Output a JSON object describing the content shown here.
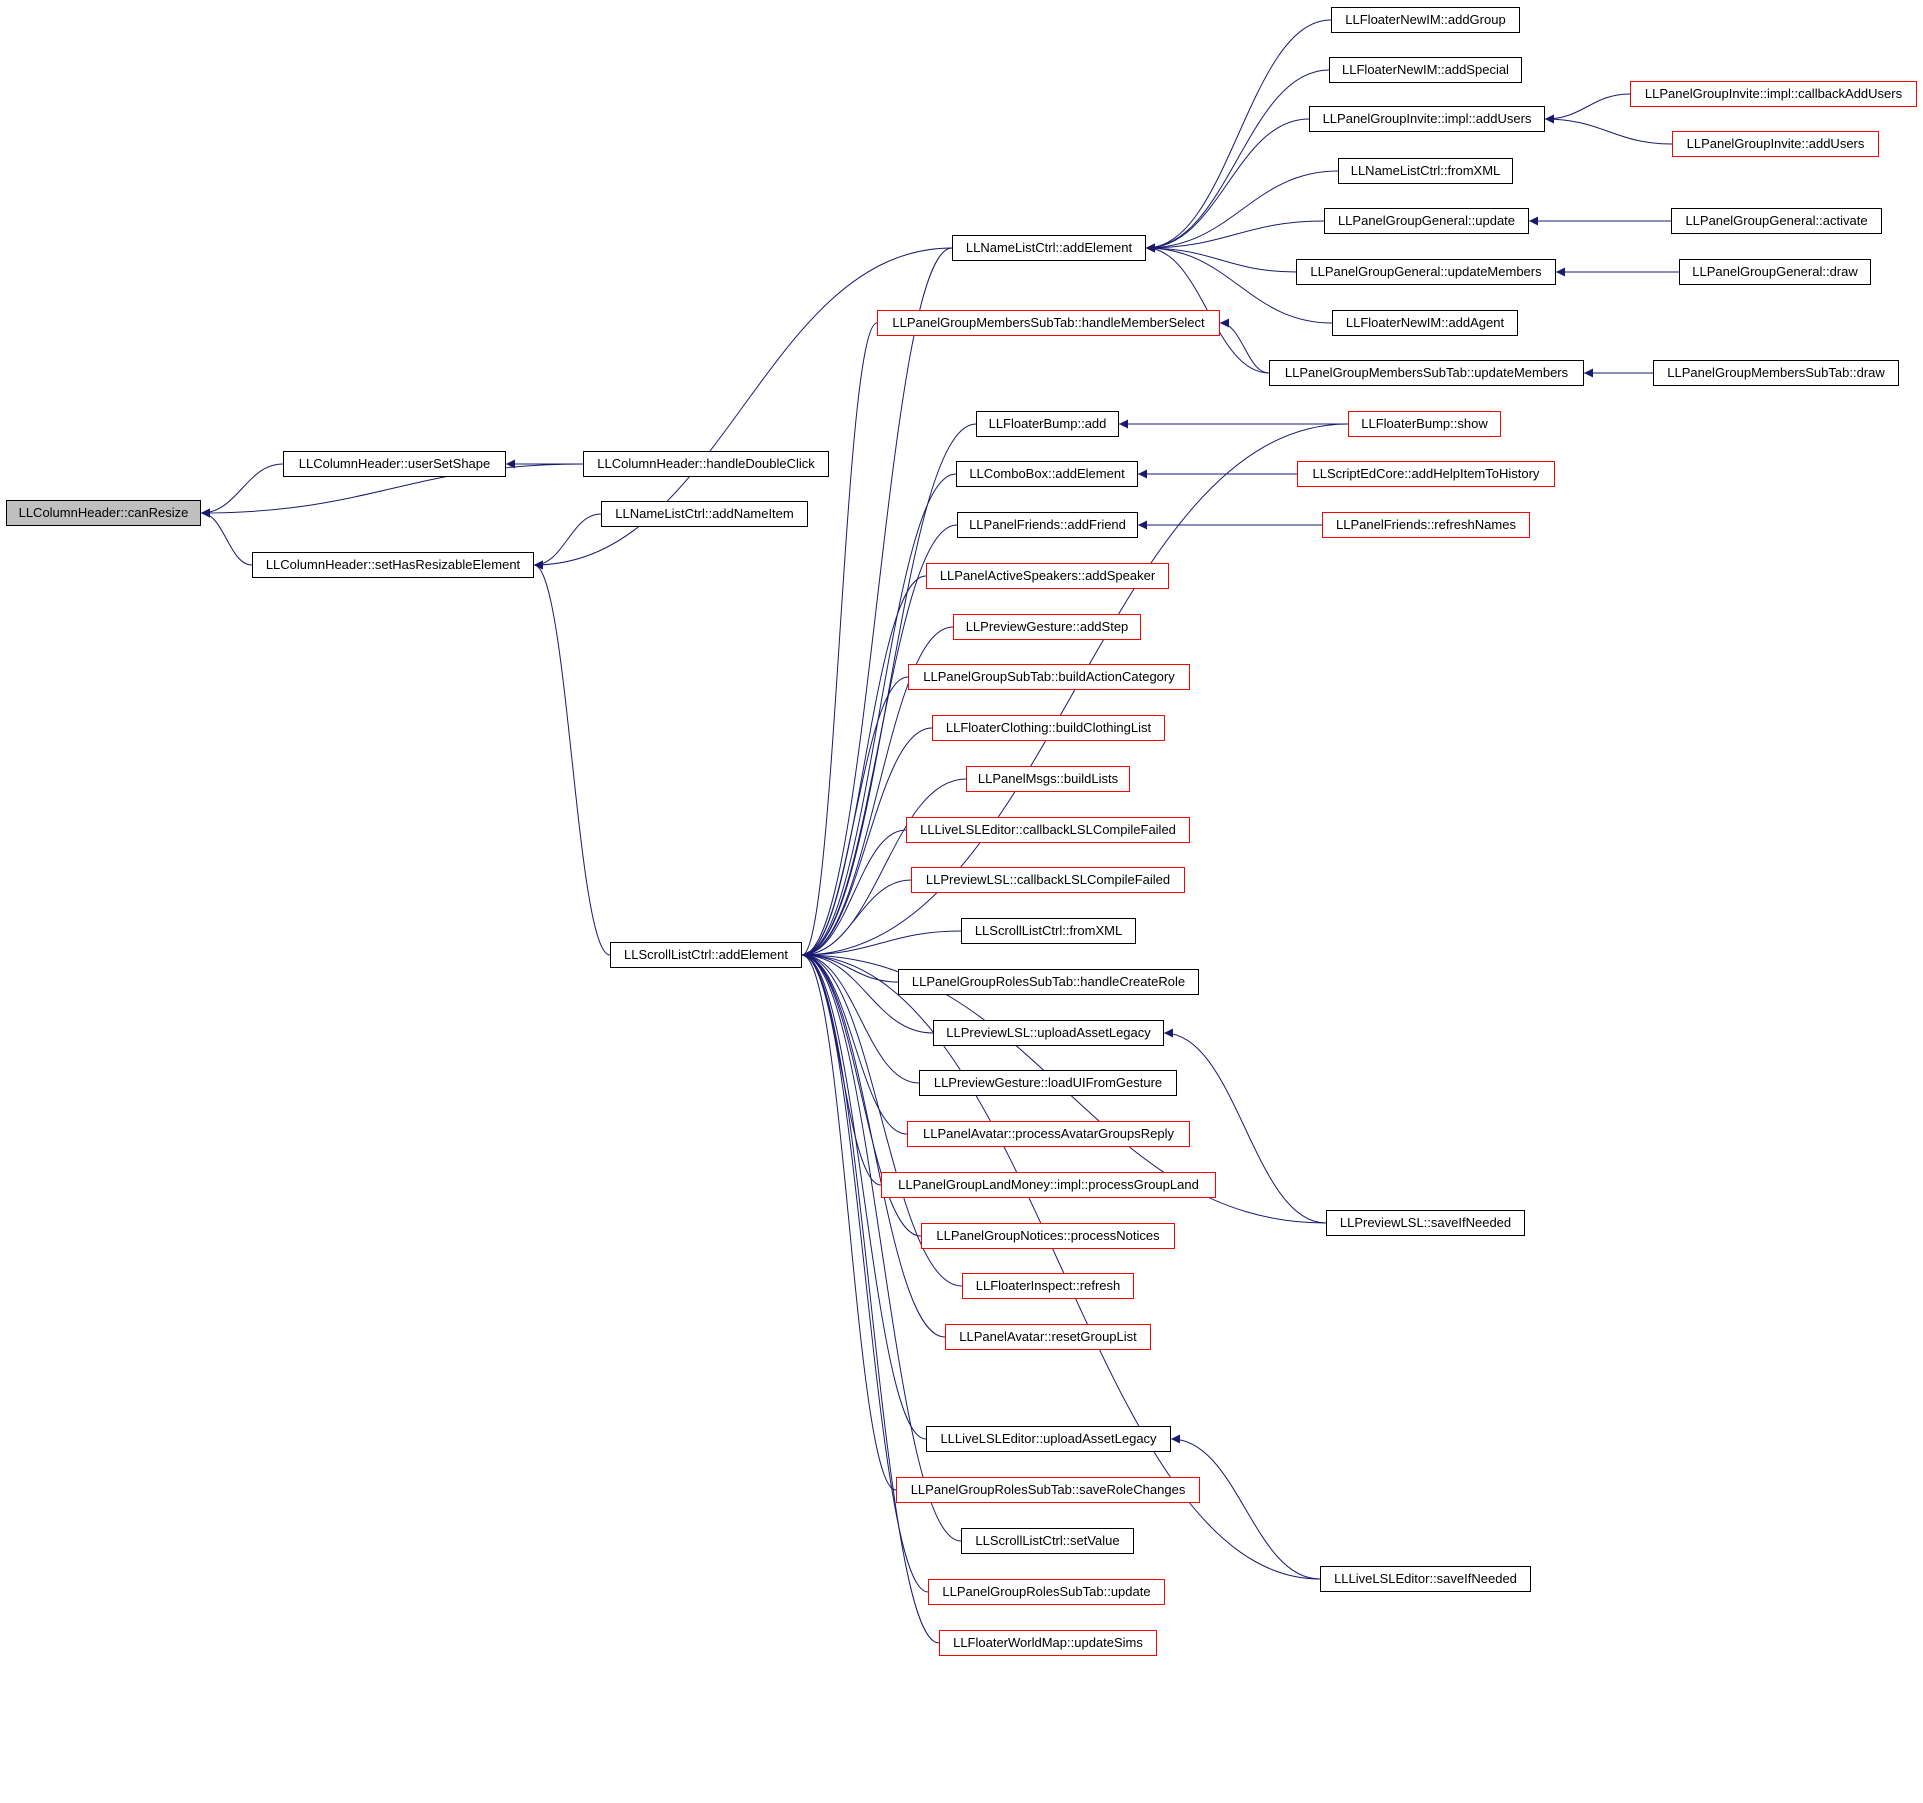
{
  "diagram": {
    "edge_color": "#191970",
    "nodes": {
      "canResize": {
        "label": "LLColumnHeader::canResize",
        "style": "focus"
      },
      "userSetShape": {
        "label": "LLColumnHeader::userSetShape",
        "style": "normal"
      },
      "handleDoubleClick": {
        "label": "LLColumnHeader::handleDoubleClick",
        "style": "normal"
      },
      "setHasResizable": {
        "label": "LLColumnHeader::setHasResizableElement",
        "style": "normal"
      },
      "addNameItem": {
        "label": "LLNameListCtrl::addNameItem",
        "style": "normal"
      },
      "nlcAddElement": {
        "label": "LLNameListCtrl::addElement",
        "style": "normal"
      },
      "slcAddElement": {
        "label": "LLScrollListCtrl::addElement",
        "style": "normal"
      },
      "fnAddGroup": {
        "label": "LLFloaterNewIM::addGroup",
        "style": "normal"
      },
      "fnAddSpecial": {
        "label": "LLFloaterNewIM::addSpecial",
        "style": "normal"
      },
      "pgiAddUsers": {
        "label": "LLPanelGroupInvite::impl::addUsers",
        "style": "normal"
      },
      "pgiCallback": {
        "label": "LLPanelGroupInvite::impl::callbackAddUsers",
        "style": "red"
      },
      "pgiAddUsers2": {
        "label": "LLPanelGroupInvite::addUsers",
        "style": "red"
      },
      "nlcFromXML": {
        "label": "LLNameListCtrl::fromXML",
        "style": "normal"
      },
      "pggUpdate": {
        "label": "LLPanelGroupGeneral::update",
        "style": "normal"
      },
      "pggActivate": {
        "label": "LLPanelGroupGeneral::activate",
        "style": "normal"
      },
      "pggUpdateMembers": {
        "label": "LLPanelGroupGeneral::updateMembers",
        "style": "normal"
      },
      "pggDraw": {
        "label": "LLPanelGroupGeneral::draw",
        "style": "normal"
      },
      "fnAddAgent": {
        "label": "LLFloaterNewIM::addAgent",
        "style": "normal"
      },
      "pgmHandle": {
        "label": "LLPanelGroupMembersSubTab::handleMemberSelect",
        "style": "red"
      },
      "pgmUpdate": {
        "label": "LLPanelGroupMembersSubTab::updateMembers",
        "style": "normal"
      },
      "pgmDraw": {
        "label": "LLPanelGroupMembersSubTab::draw",
        "style": "normal"
      },
      "fbAdd": {
        "label": "LLFloaterBump::add",
        "style": "normal"
      },
      "fbShow": {
        "label": "LLFloaterBump::show",
        "style": "red"
      },
      "cbAdd": {
        "label": "LLComboBox::addElement",
        "style": "normal"
      },
      "sedHelp": {
        "label": "LLScriptEdCore::addHelpItemToHistory",
        "style": "red"
      },
      "pfAddFriend": {
        "label": "LLPanelFriends::addFriend",
        "style": "normal"
      },
      "pfRefresh": {
        "label": "LLPanelFriends::refreshNames",
        "style": "red"
      },
      "pasAdd": {
        "label": "LLPanelActiveSpeakers::addSpeaker",
        "style": "red"
      },
      "pgAddStep": {
        "label": "LLPreviewGesture::addStep",
        "style": "red"
      },
      "pgsBuild": {
        "label": "LLPanelGroupSubTab::buildActionCategory",
        "style": "red"
      },
      "fcBuild": {
        "label": "LLFloaterClothing::buildClothingList",
        "style": "red"
      },
      "pmBuild": {
        "label": "LLPanelMsgs::buildLists",
        "style": "red"
      },
      "lleCompile": {
        "label": "LLLiveLSLEditor::callbackLSLCompileFailed",
        "style": "red"
      },
      "plCompile": {
        "label": "LLPreviewLSL::callbackLSLCompileFailed",
        "style": "red"
      },
      "slcFromXML": {
        "label": "LLScrollListCtrl::fromXML",
        "style": "normal"
      },
      "pgrCreate": {
        "label": "LLPanelGroupRolesSubTab::handleCreateRole",
        "style": "normal"
      },
      "plUpload": {
        "label": "LLPreviewLSL::uploadAssetLegacy",
        "style": "normal"
      },
      "pgLoad": {
        "label": "LLPreviewGesture::loadUIFromGesture",
        "style": "normal"
      },
      "paProcess": {
        "label": "LLPanelAvatar::processAvatarGroupsReply",
        "style": "red"
      },
      "pglmProcess": {
        "label": "LLPanelGroupLandMoney::impl::processGroupLand",
        "style": "red"
      },
      "pgnProcess": {
        "label": "LLPanelGroupNotices::processNotices",
        "style": "red"
      },
      "fiRefresh": {
        "label": "LLFloaterInspect::refresh",
        "style": "red"
      },
      "paReset": {
        "label": "LLPanelAvatar::resetGroupList",
        "style": "red"
      },
      "plSave": {
        "label": "LLPreviewLSL::saveIfNeeded",
        "style": "normal"
      },
      "lleUpload": {
        "label": "LLLiveLSLEditor::uploadAssetLegacy",
        "style": "normal"
      },
      "pgrSave": {
        "label": "LLPanelGroupRolesSubTab::saveRoleChanges",
        "style": "red"
      },
      "slcSetValue": {
        "label": "LLScrollListCtrl::setValue",
        "style": "normal"
      },
      "lleSave": {
        "label": "LLLiveLSLEditor::saveIfNeeded",
        "style": "normal"
      },
      "pgrUpdate": {
        "label": "LLPanelGroupRolesSubTab::update",
        "style": "red"
      },
      "fwmUpdate": {
        "label": "LLFloaterWorldMap::updateSims",
        "style": "red"
      }
    },
    "edges": [
      [
        "canResize",
        "userSetShape"
      ],
      [
        "canResize",
        "handleDoubleClick"
      ],
      [
        "canResize",
        "setHasResizable"
      ],
      [
        "userSetShape",
        "handleDoubleClick"
      ],
      [
        "setHasResizable",
        "addNameItem"
      ],
      [
        "setHasResizable",
        "nlcAddElement"
      ],
      [
        "setHasResizable",
        "slcAddElement"
      ],
      [
        "nlcAddElement",
        "fnAddGroup"
      ],
      [
        "nlcAddElement",
        "fnAddSpecial"
      ],
      [
        "nlcAddElement",
        "pgiAddUsers"
      ],
      [
        "nlcAddElement",
        "nlcFromXML"
      ],
      [
        "nlcAddElement",
        "pggUpdate"
      ],
      [
        "nlcAddElement",
        "pggUpdateMembers"
      ],
      [
        "nlcAddElement",
        "fnAddAgent"
      ],
      [
        "nlcAddElement",
        "pgmUpdate"
      ],
      [
        "pgiAddUsers",
        "pgiCallback"
      ],
      [
        "pgiAddUsers",
        "pgiAddUsers2"
      ],
      [
        "pggUpdate",
        "pggActivate"
      ],
      [
        "pggUpdateMembers",
        "pggDraw"
      ],
      [
        "pgmHandle",
        "pgmUpdate"
      ],
      [
        "pgmUpdate",
        "pgmDraw"
      ],
      [
        "fbAdd",
        "fbShow"
      ],
      [
        "cbAdd",
        "sedHelp"
      ],
      [
        "pfAddFriend",
        "pfRefresh"
      ],
      [
        "plUpload",
        "plSave"
      ],
      [
        "lleUpload",
        "lleSave"
      ],
      [
        "slcAddElement",
        "nlcAddElement"
      ],
      [
        "slcAddElement",
        "pgmHandle"
      ],
      [
        "slcAddElement",
        "fbShow"
      ],
      [
        "slcAddElement",
        "fbAdd"
      ],
      [
        "slcAddElement",
        "cbAdd"
      ],
      [
        "slcAddElement",
        "pfAddFriend"
      ],
      [
        "slcAddElement",
        "pasAdd"
      ],
      [
        "slcAddElement",
        "pgAddStep"
      ],
      [
        "slcAddElement",
        "pgsBuild"
      ],
      [
        "slcAddElement",
        "fcBuild"
      ],
      [
        "slcAddElement",
        "pmBuild"
      ],
      [
        "slcAddElement",
        "lleCompile"
      ],
      [
        "slcAddElement",
        "plCompile"
      ],
      [
        "slcAddElement",
        "slcFromXML"
      ],
      [
        "slcAddElement",
        "pgrCreate"
      ],
      [
        "slcAddElement",
        "plUpload"
      ],
      [
        "slcAddElement",
        "pgLoad"
      ],
      [
        "slcAddElement",
        "paProcess"
      ],
      [
        "slcAddElement",
        "pglmProcess"
      ],
      [
        "slcAddElement",
        "pgnProcess"
      ],
      [
        "slcAddElement",
        "fiRefresh"
      ],
      [
        "slcAddElement",
        "paReset"
      ],
      [
        "slcAddElement",
        "plSave"
      ],
      [
        "slcAddElement",
        "lleUpload"
      ],
      [
        "slcAddElement",
        "pgrSave"
      ],
      [
        "slcAddElement",
        "slcSetValue"
      ],
      [
        "slcAddElement",
        "pgrUpdate"
      ],
      [
        "slcAddElement",
        "fwmUpdate"
      ],
      [
        "slcAddElement",
        "lleSave"
      ]
    ]
  }
}
